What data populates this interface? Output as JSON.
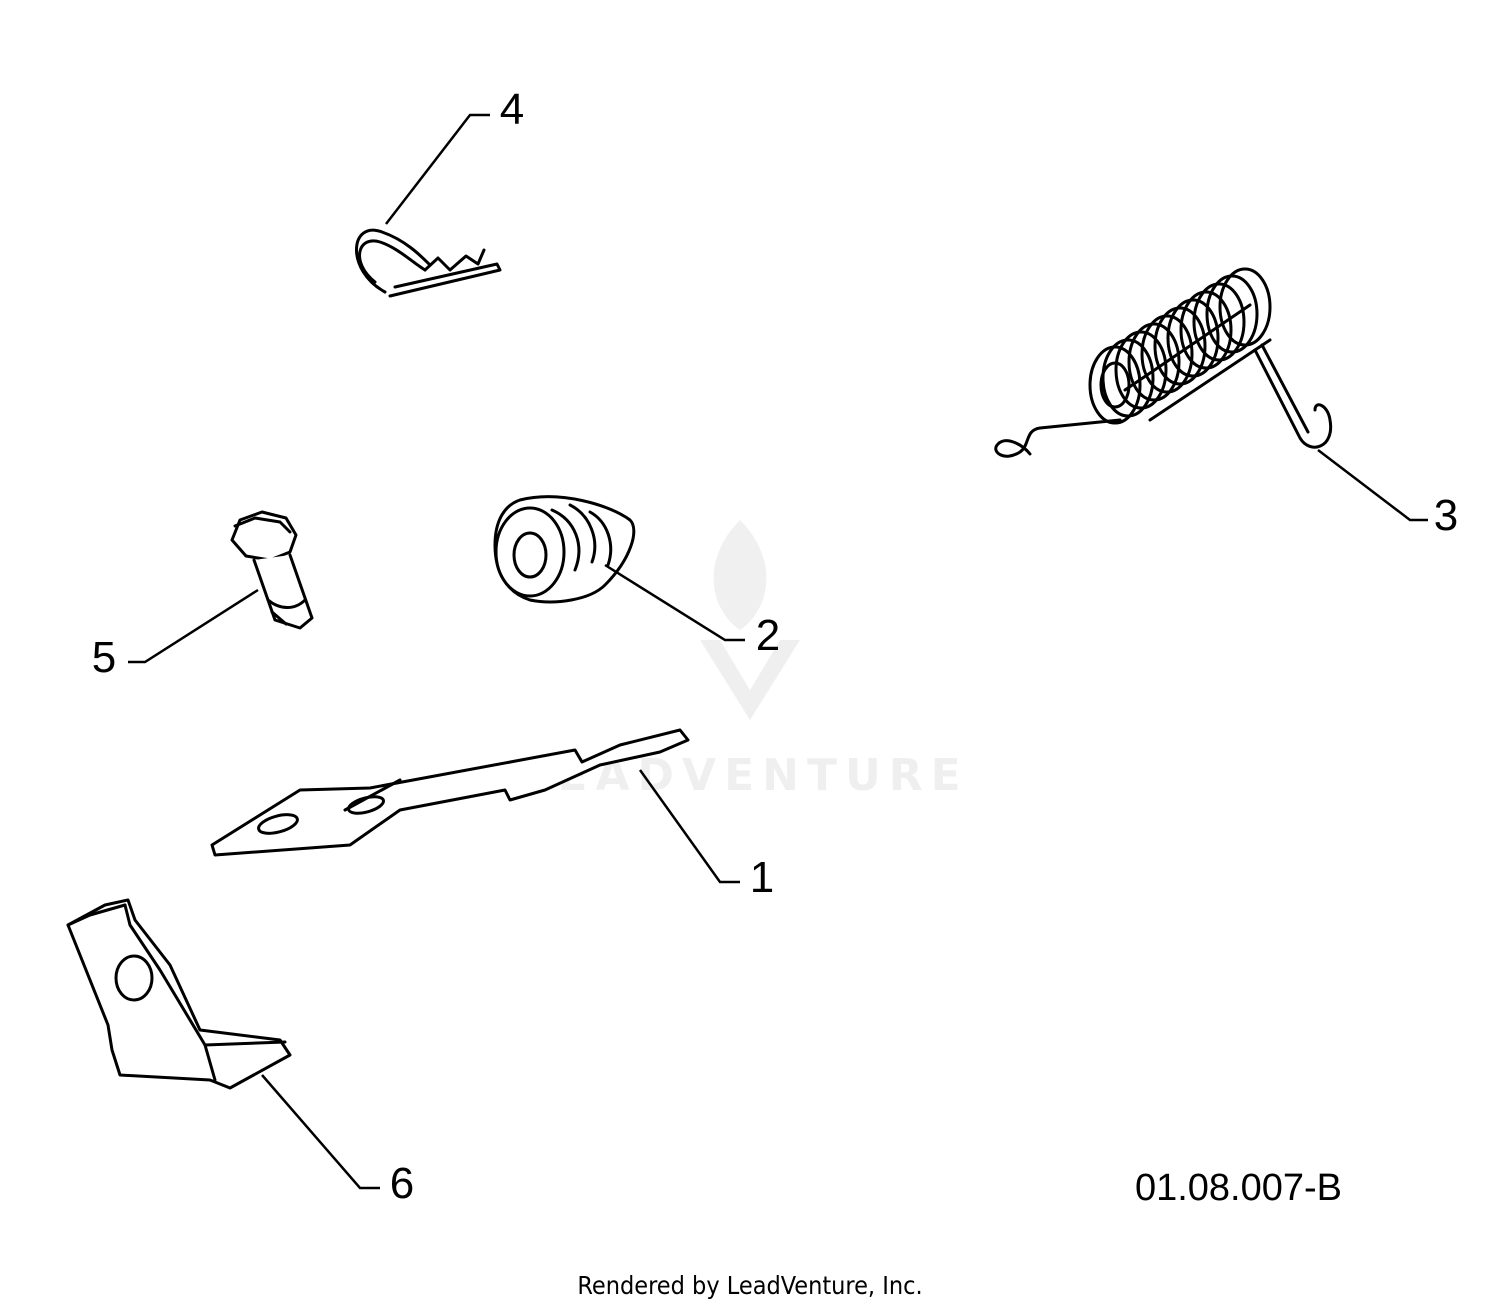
{
  "callouts": {
    "c1": "1",
    "c2": "2",
    "c3": "3",
    "c4": "4",
    "c5": "5",
    "c6": "6"
  },
  "reference_code": "01.08.007-B",
  "footer_credit": "Rendered by LeadVenture, Inc.",
  "watermark_text": "LEADVENTURE",
  "colors": {
    "line": "#000000",
    "background": "#ffffff",
    "watermark": "#d9d9d9"
  },
  "icons": {
    "watermark_logo": "flame-v-icon"
  }
}
